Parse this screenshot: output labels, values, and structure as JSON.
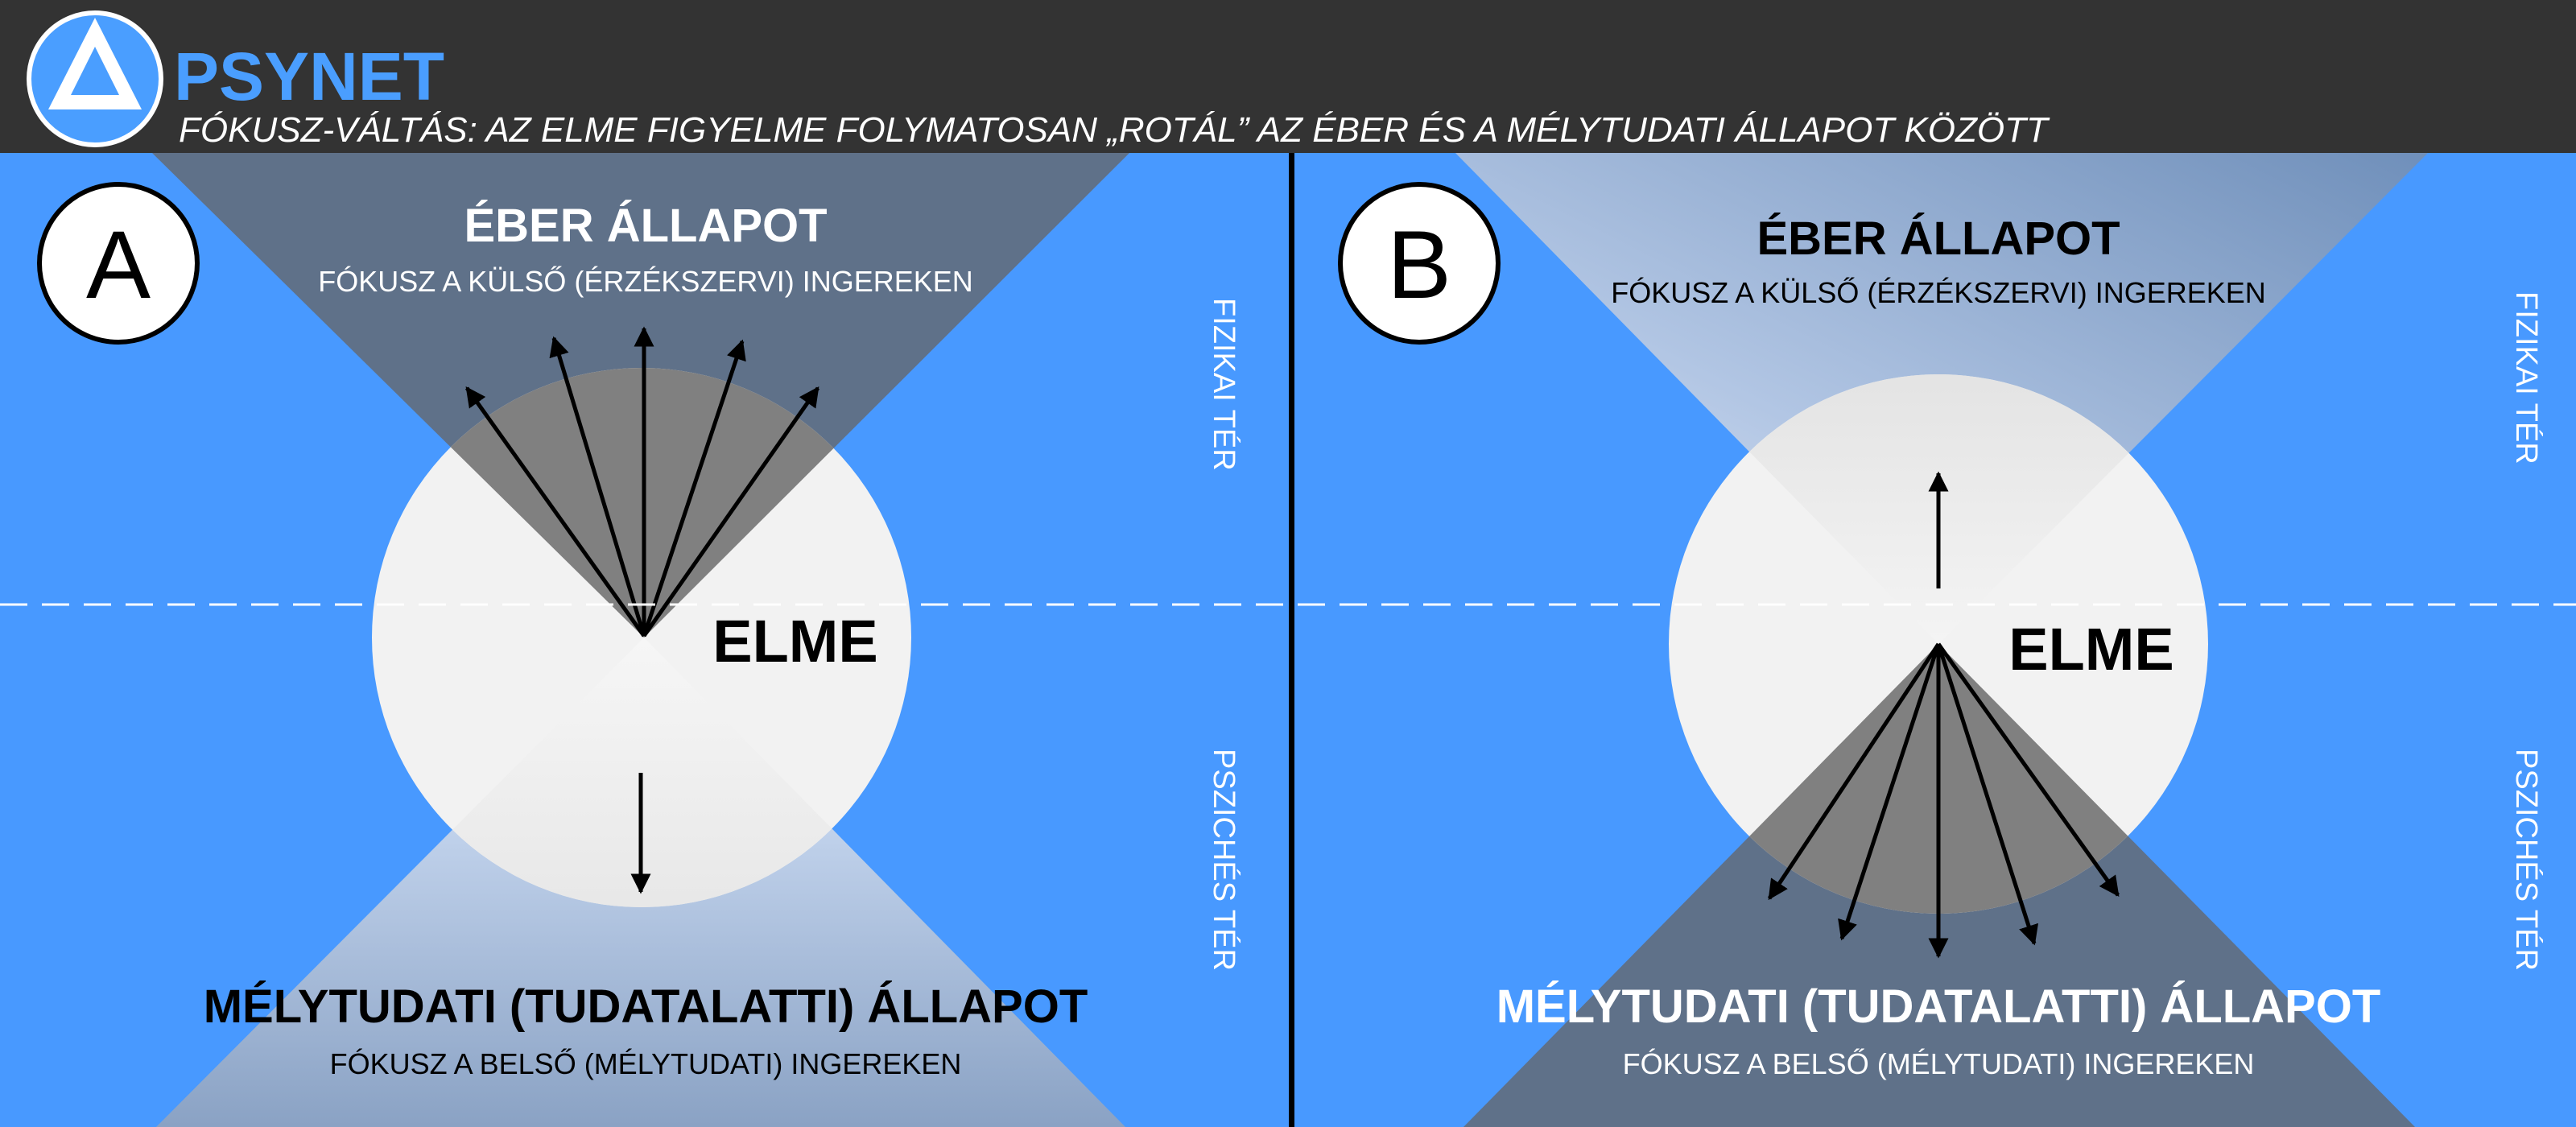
{
  "header": {
    "brand": "PSYNET",
    "subtitle": "FÓKUSZ-VÁLTÁS: AZ ELME FIGYELME  FOLYMATOSAN „ROTÁL” AZ ÉBER ÉS A MÉLYTUDATI ÁLLAPOT KÖZÖTT"
  },
  "colors": {
    "background": "#4899ff",
    "header": "#333333",
    "brand": "#4a9eff",
    "active_wedge": "#5f7189",
    "mind": "#f2f2f2"
  },
  "panels": [
    {
      "label": "A",
      "top_title": "ÉBER ÁLLAPOT",
      "top_sub": "FÓKUSZ A KÜLSŐ (ÉRZÉKSZERVI) INGEREKEN",
      "mind": "ELME",
      "bottom_title": "MÉLYTUDATI (TUDATALATTI) ÁLLAPOT",
      "bottom_sub": "FÓKUSZ A BELSŐ (MÉLYTUDATI) INGEREKEN",
      "physical": "FIZIKAI TÉR",
      "psychic": "PSZICHÉS TÉR",
      "active_state": "top"
    },
    {
      "label": "B",
      "top_title": "ÉBER ÁLLAPOT",
      "top_sub": "FÓKUSZ A KÜLSŐ (ÉRZÉKSZERVI) INGEREKEN",
      "mind": "ELME",
      "bottom_title": "MÉLYTUDATI (TUDATALATTI) ÁLLAPOT",
      "bottom_sub": "FÓKUSZ A BELSŐ (MÉLYTUDATI) INGEREKEN",
      "physical": "FIZIKAI TÉR",
      "psychic": "PSZICHÉS TÉR",
      "active_state": "bottom"
    }
  ]
}
